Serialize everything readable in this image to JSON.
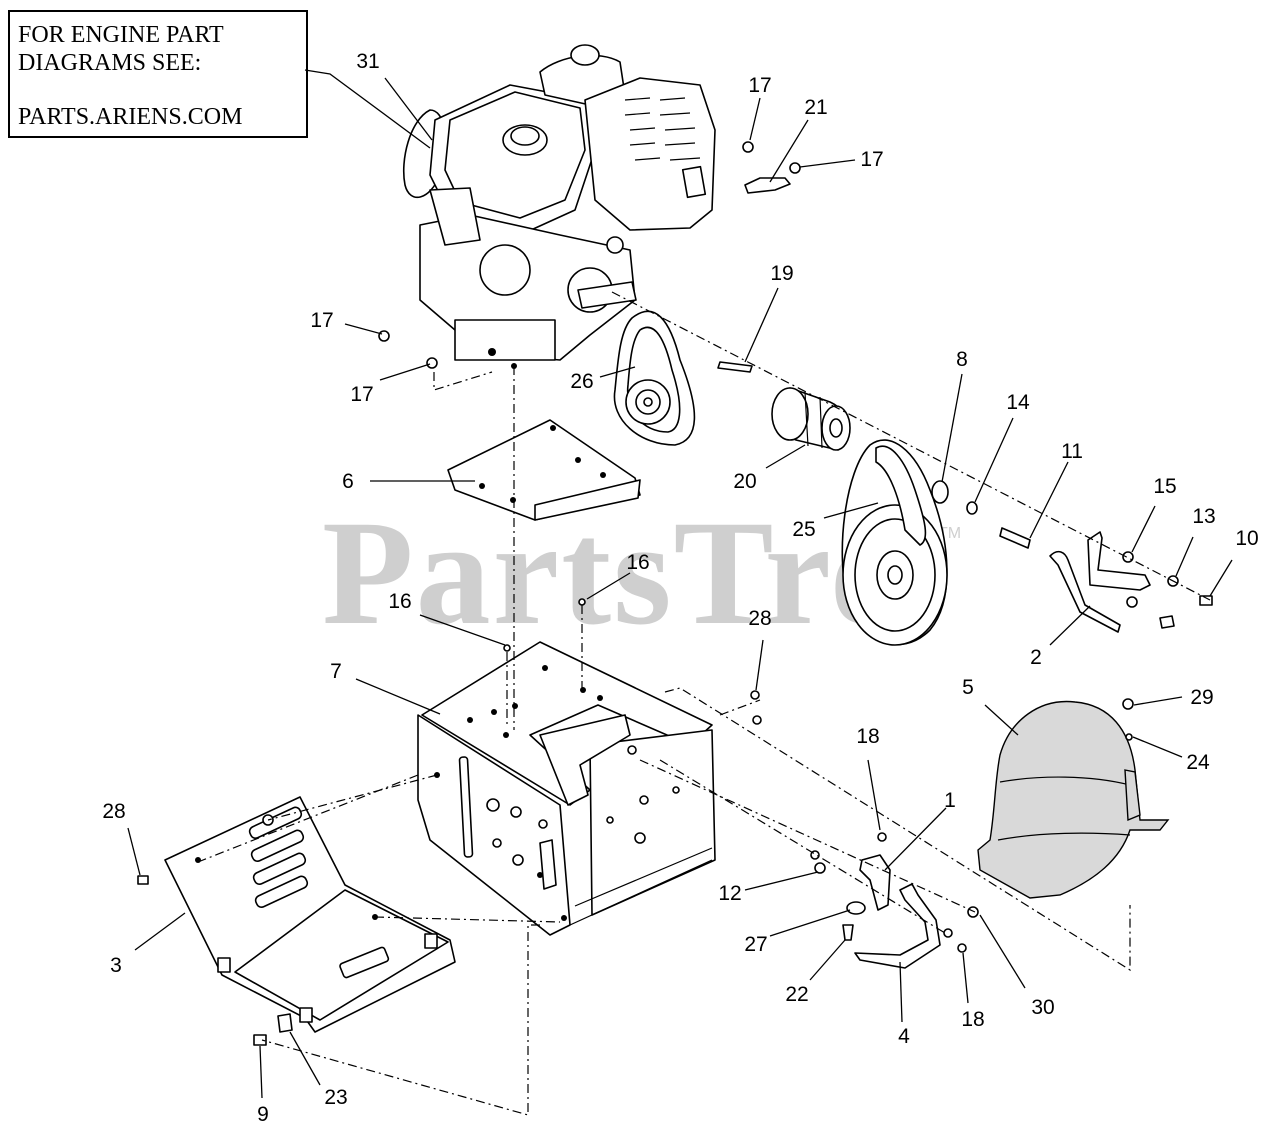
{
  "note": {
    "line1": "FOR ENGINE PART",
    "line2": "DIAGRAMS SEE:",
    "line3": "PARTS.ARIENS.COM"
  },
  "watermark": {
    "text": "PartsTre",
    "mark": "TM"
  },
  "callouts": [
    {
      "id": "c31",
      "label": "31"
    },
    {
      "id": "c17a",
      "label": "17"
    },
    {
      "id": "c21",
      "label": "21"
    },
    {
      "id": "c17b",
      "label": "17"
    },
    {
      "id": "c19",
      "label": "19"
    },
    {
      "id": "c17c",
      "label": "17"
    },
    {
      "id": "c17d",
      "label": "17"
    },
    {
      "id": "c26",
      "label": "26"
    },
    {
      "id": "c8",
      "label": "8"
    },
    {
      "id": "c14",
      "label": "14"
    },
    {
      "id": "c11",
      "label": "11"
    },
    {
      "id": "c6",
      "label": "6"
    },
    {
      "id": "c20",
      "label": "20"
    },
    {
      "id": "c25",
      "label": "25"
    },
    {
      "id": "c15",
      "label": "15"
    },
    {
      "id": "c13",
      "label": "13"
    },
    {
      "id": "c10",
      "label": "10"
    },
    {
      "id": "c16a",
      "label": "16"
    },
    {
      "id": "c16b",
      "label": "16"
    },
    {
      "id": "c2",
      "label": "2"
    },
    {
      "id": "c28a",
      "label": "28"
    },
    {
      "id": "c7",
      "label": "7"
    },
    {
      "id": "c5",
      "label": "5"
    },
    {
      "id": "c29",
      "label": "29"
    },
    {
      "id": "c24",
      "label": "24"
    },
    {
      "id": "c18a",
      "label": "18"
    },
    {
      "id": "c1",
      "label": "1"
    },
    {
      "id": "c28b",
      "label": "28"
    },
    {
      "id": "c12",
      "label": "12"
    },
    {
      "id": "c27",
      "label": "27"
    },
    {
      "id": "c3",
      "label": "3"
    },
    {
      "id": "c22",
      "label": "22"
    },
    {
      "id": "c4",
      "label": "4"
    },
    {
      "id": "c18b",
      "label": "18"
    },
    {
      "id": "c30",
      "label": "30"
    },
    {
      "id": "c9",
      "label": "9"
    },
    {
      "id": "c23",
      "label": "23"
    }
  ]
}
